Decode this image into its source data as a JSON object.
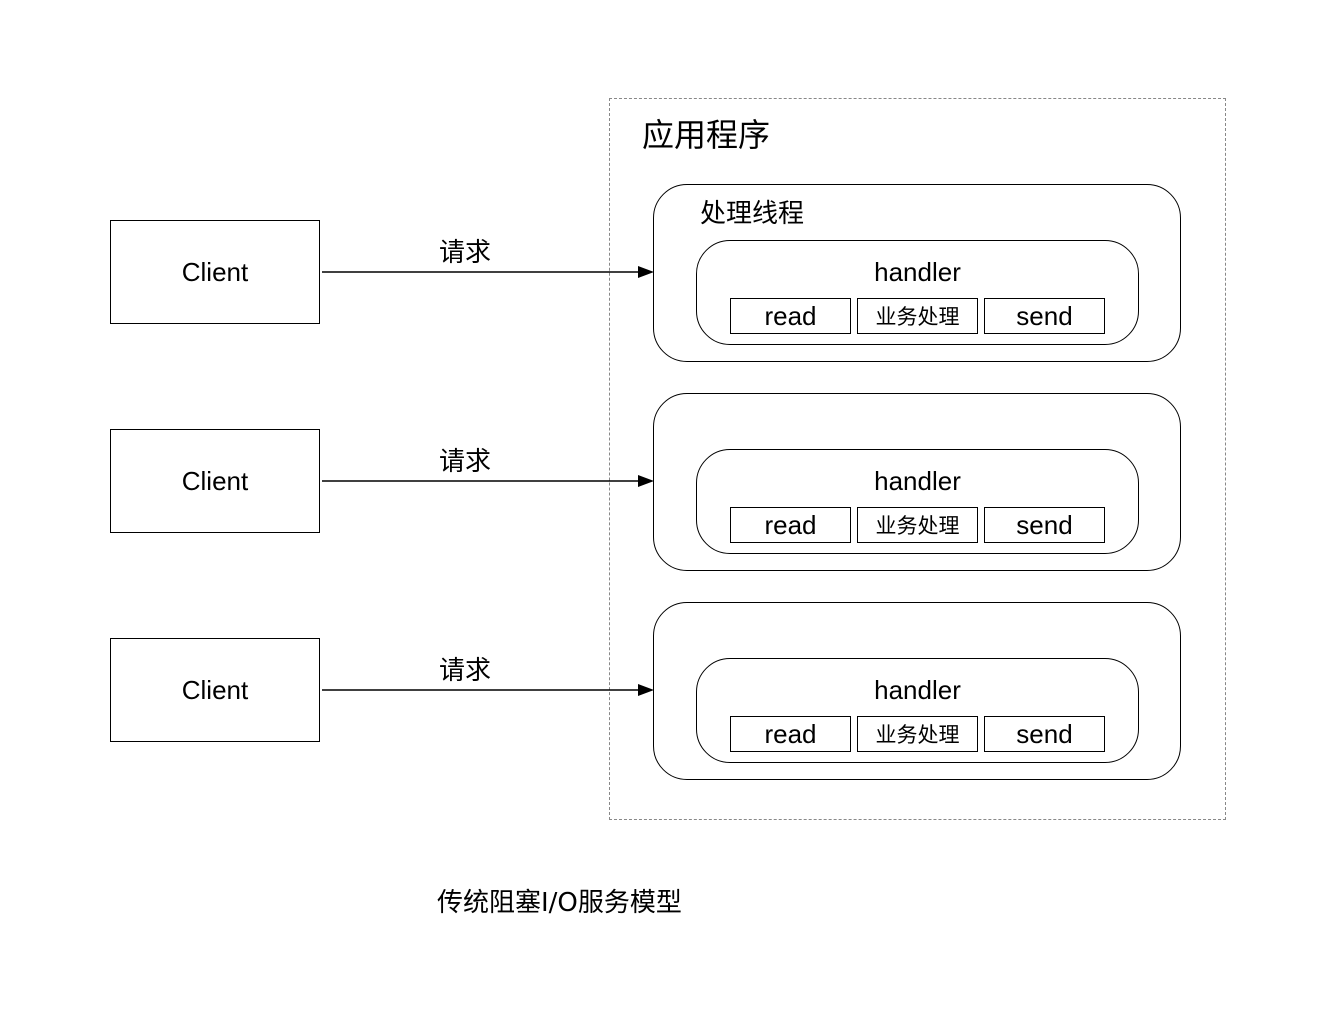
{
  "clients": [
    {
      "label": "Client",
      "arrow_label": "请求"
    },
    {
      "label": "Client",
      "arrow_label": "请求"
    },
    {
      "label": "Client",
      "arrow_label": "请求"
    }
  ],
  "application": {
    "title": "应用程序",
    "threads": [
      {
        "title": "处理线程",
        "handler": {
          "title": "handler",
          "steps": [
            "read",
            "业务处理",
            "send"
          ]
        }
      },
      {
        "title": "",
        "handler": {
          "title": "handler",
          "steps": [
            "read",
            "业务处理",
            "send"
          ]
        }
      },
      {
        "title": "",
        "handler": {
          "title": "handler",
          "steps": [
            "read",
            "业务处理",
            "send"
          ]
        }
      }
    ]
  },
  "caption": "传统阻塞I/O服务模型"
}
